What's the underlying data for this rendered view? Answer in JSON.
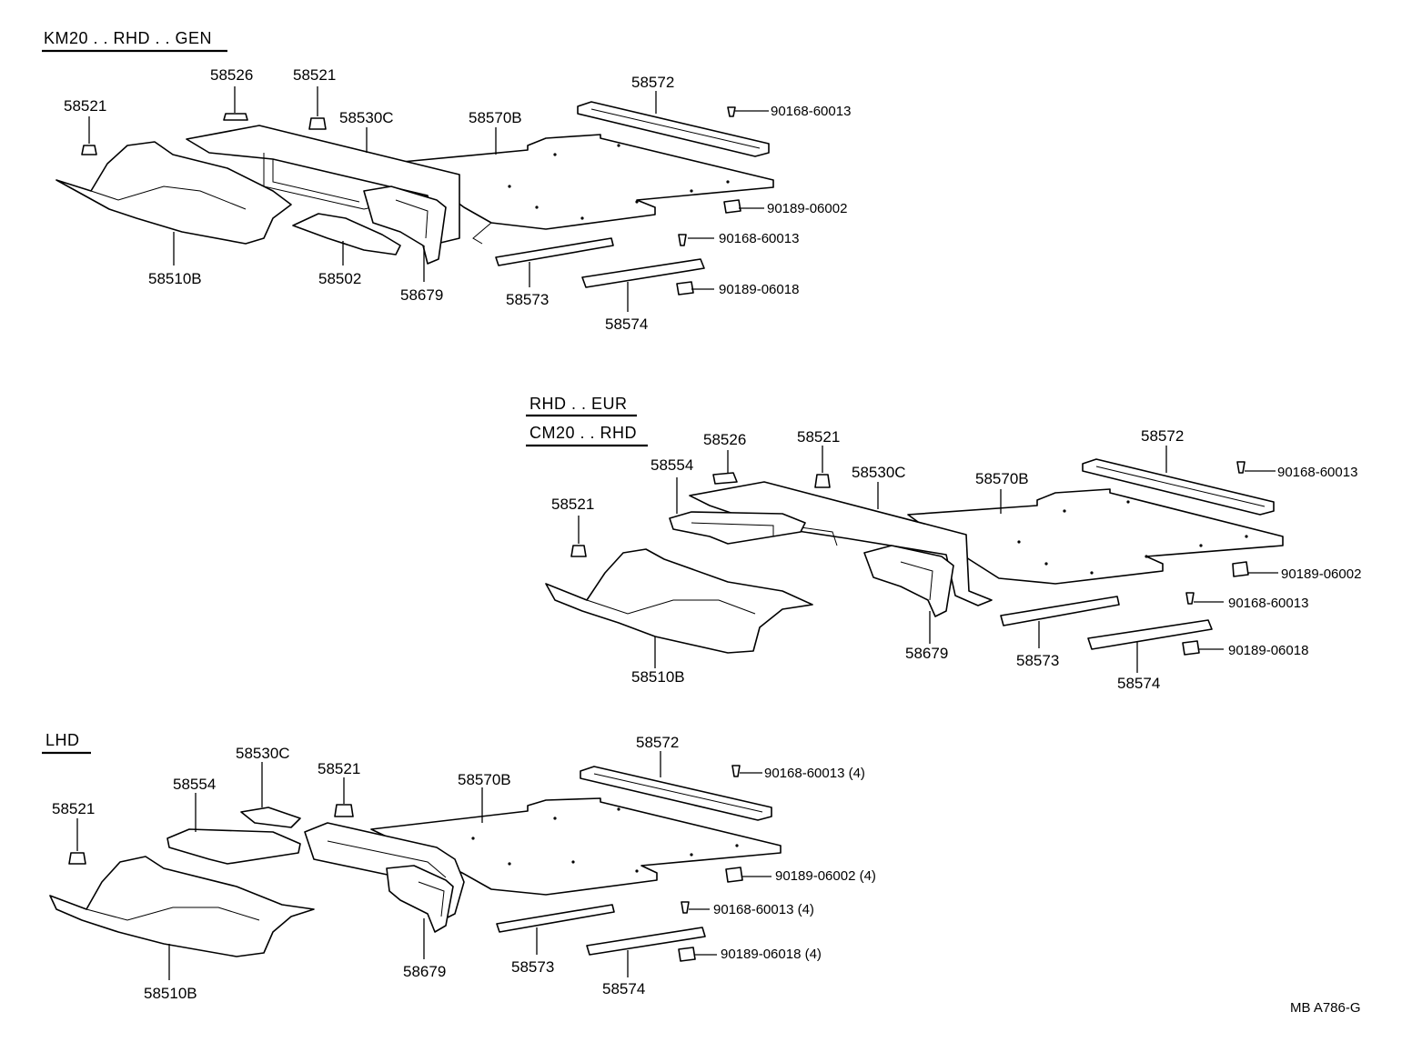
{
  "sections": {
    "top": {
      "headers": [
        "KM20 . . RHD . . GEN"
      ]
    },
    "middle": {
      "headers": [
        "RHD . . EUR",
        "CM20 . . RHD"
      ]
    },
    "bottom": {
      "headers": [
        "LHD"
      ]
    }
  },
  "parts": {
    "p58521": "58521",
    "p58526": "58526",
    "p58530C": "58530C",
    "p58570B": "58570B",
    "p58572": "58572",
    "p58510B": "58510B",
    "p58502": "58502",
    "p58679": "58679",
    "p58573": "58573",
    "p58574": "58574",
    "p58554": "58554",
    "p90168_60013": "90168-60013",
    "p90189_06002": "90189-06002",
    "p90189_06018": "90189-06018",
    "p90168_60013_4": "90168-60013 (4)",
    "p90189_06002_4": "90189-06002 (4)",
    "p90189_06018_4": "90189-06018 (4)"
  },
  "footer": {
    "code": "MB  A786-G"
  }
}
